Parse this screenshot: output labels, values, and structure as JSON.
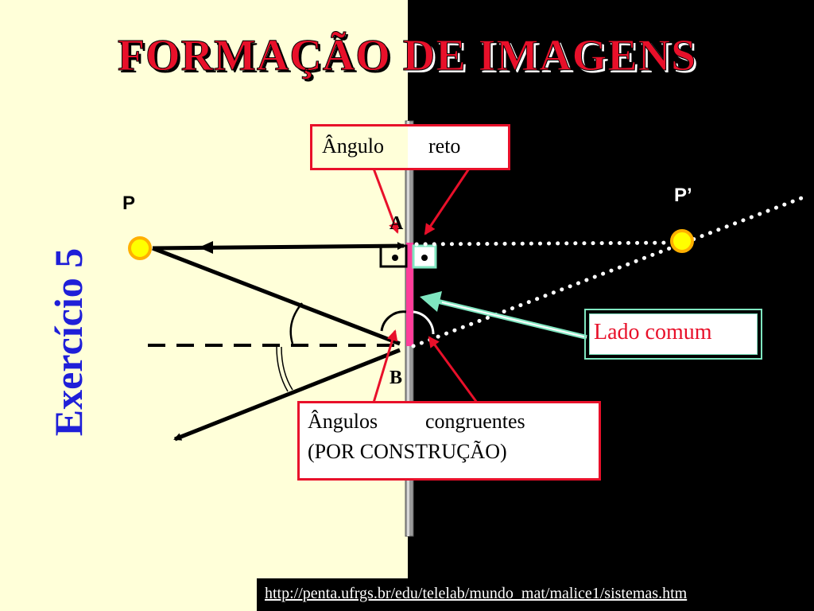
{
  "title": {
    "part1": "FORMAÇÃO",
    "part2": "DE IMAGENS"
  },
  "side_label": "Exercício 5",
  "points": {
    "p": "P",
    "p_prime": "P’",
    "a": "A",
    "b": "B"
  },
  "callouts": {
    "right_angle": {
      "word1": "Ângulo",
      "word2": "reto"
    },
    "congruent": {
      "word1": "Ângulos",
      "word2": "congruentes",
      "line2": "(POR CONSTRUÇÃO)"
    },
    "common_side": "Lado comum"
  },
  "footer": {
    "url": "http://penta.ufrgs.br/edu/telelab/mundo_mat/malice1/sistemas.htm"
  },
  "colors": {
    "accent": "#e8102a",
    "title_blue": "#1f1fd8",
    "mirror_segment": "#ff3d9a",
    "point_fill": "#ffff00",
    "point_ring": "#ffb000",
    "teal": "#7fe6c0",
    "left_bg": "#ffffd9"
  }
}
